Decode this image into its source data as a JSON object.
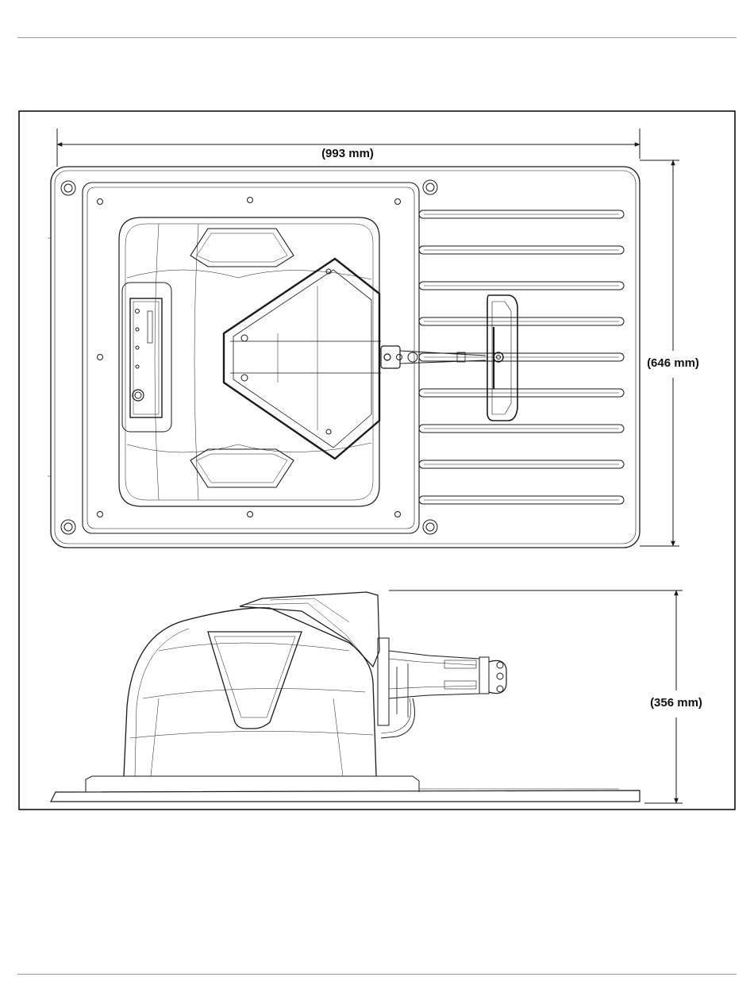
{
  "dimensions": {
    "width": "(993 mm)",
    "depth": "(646 mm)",
    "height": "(356 mm)"
  },
  "colors": {
    "line": "#1a1a1a",
    "rule": "#9a9a9a"
  }
}
